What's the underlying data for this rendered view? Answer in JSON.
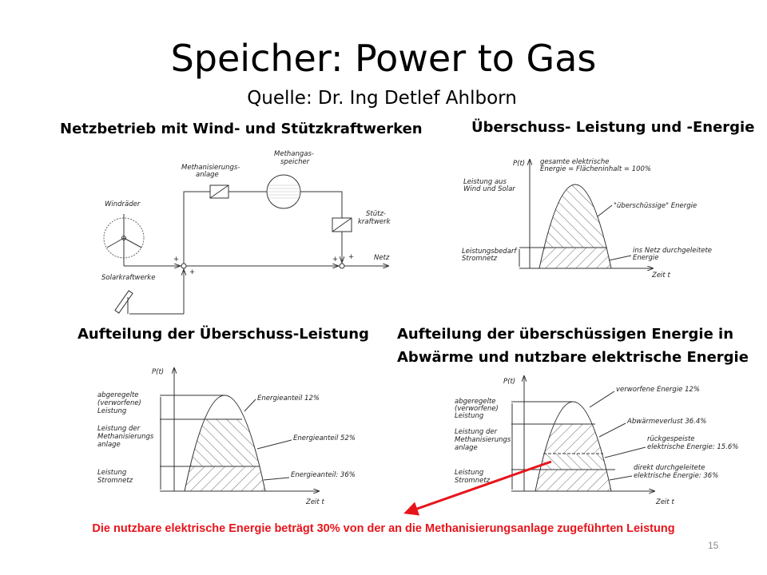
{
  "title": "Speicher: Power to Gas",
  "subtitle": "Quelle: Dr. Ing Detlef Ahlborn",
  "sections": {
    "grid_operation": {
      "heading": "Netzbetrieb mit Wind- und Stützkraftwerken",
      "labels": {
        "methanation_1": "Methanisierungs-",
        "methanation_2": "anlage",
        "storage_1": "Methangas-",
        "storage_2": "speicher",
        "wind": "Windräder",
        "backup_1": "Stütz-",
        "backup_2": "kraftwerk",
        "grid": "Netz",
        "solar": "Solarkraftwerke",
        "plus": "+"
      }
    },
    "surplus": {
      "heading": "Überschuss- Leistung und -Energie",
      "labels": {
        "axis_y": "P(t)",
        "axis_x": "Zeit t",
        "total_1": "gesamte elektrische",
        "total_2": "Energie = Flächeninhalt = 100%",
        "supply_1": "Leistung aus",
        "supply_2": "Wind und Solar",
        "excess": "\"überschüssige\" Energie",
        "demand_1": "Leistungsbedarf",
        "demand_2": "Stromnetz",
        "passed_1": "ins Netz durchgeleitete",
        "passed_2": "Energie"
      }
    },
    "power_split": {
      "heading": "Aufteilung der Überschuss-Leistung",
      "labels": {
        "axis_y": "P(t)",
        "axis_x": "Zeit t",
        "curtailed_1": "abgeregelte",
        "curtailed_2": "(verworfene)",
        "curtailed_3": "Leistung",
        "methanation_1": "Leistung der",
        "methanation_2": "Methanisierungs",
        "methanation_3": "anlage",
        "grid_1": "Leistung",
        "grid_2": "Stromnetz",
        "share_12": "Energieanteil 12%",
        "share_52": "Energieanteil 52%",
        "share_36": "Energieanteil: 36%"
      }
    },
    "energy_split": {
      "heading_1": "Aufteilung der überschüssigen Energie in",
      "heading_2": "Abwärme und nutzbare elektrische Energie",
      "labels": {
        "axis_y": "P(t)",
        "axis_x": "Zeit t",
        "curtailed_1": "abgeregelte",
        "curtailed_2": "(verworfene)",
        "curtailed_3": "Leistung",
        "methanation_1": "Leistung der",
        "methanation_2": "Methanisierungs",
        "methanation_3": "anlage",
        "grid_1": "Leistung",
        "grid_2": "Stromnetz",
        "discarded": "verworfene Energie 12%",
        "heat_loss": "Abwärmeverlust 36.4%",
        "fed_back_1": "rückgespeiste",
        "fed_back_2": "elektrische Energie: 15.6%",
        "direct_1": "direkt durchgeleitete",
        "direct_2": "elektrische Energie: 36%"
      }
    }
  },
  "footer_note": "Die nutzbare  elektrische Energie beträgt 30%  von der an die Methanisierungsanlage  zugeführten Leistung",
  "page_number": "15",
  "colors": {
    "accent": "#e8141b",
    "page_number": "#8c8c8c"
  }
}
